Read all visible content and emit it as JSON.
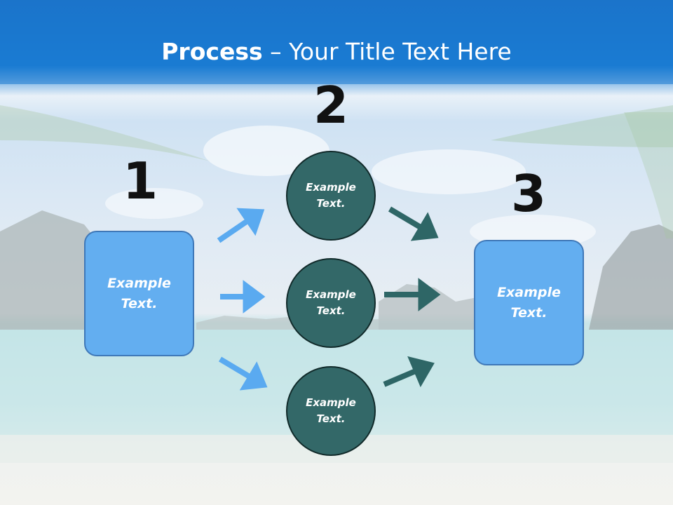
{
  "title": {
    "bold": "Process",
    "rest": " – Your Title Text Here"
  },
  "steps": [
    {
      "number": "1",
      "text": "Example Text."
    },
    {
      "number": "2",
      "text": "Example Text."
    },
    {
      "number": "3",
      "text": "Example Text."
    }
  ],
  "circles": [
    {
      "text": "Example Text."
    },
    {
      "text": "Example Text."
    },
    {
      "text": "Example Text."
    }
  ],
  "colors": {
    "header": "#1a78d0",
    "box_fill": "#63aef0",
    "circle_fill": "#336868",
    "arrow_light": "#5aaaf0",
    "arrow_dark": "#2e6666"
  }
}
